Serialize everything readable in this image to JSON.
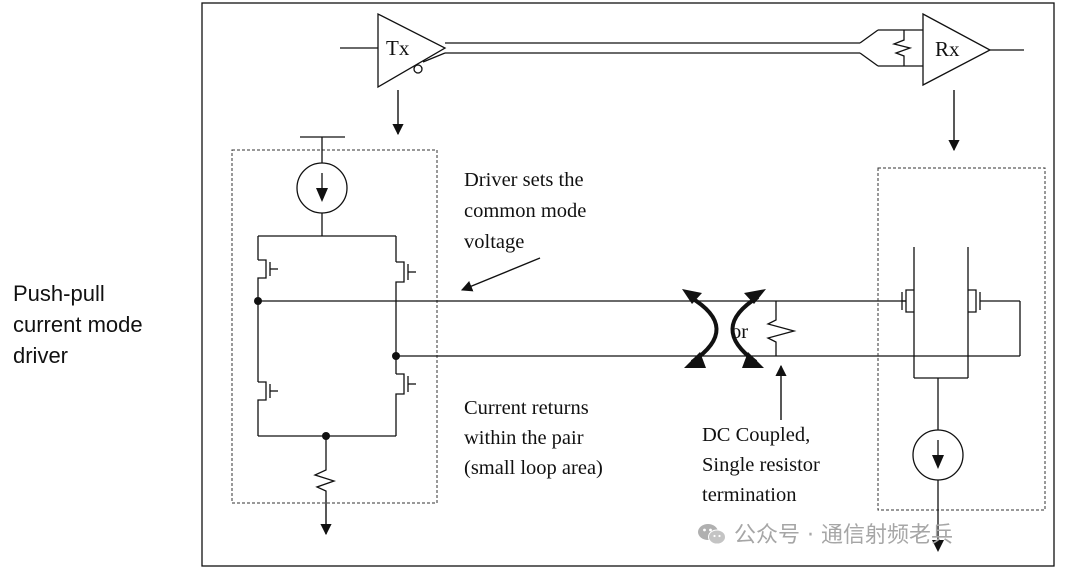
{
  "side_label": [
    "Push-pull",
    "current mode",
    "driver"
  ],
  "labels": {
    "tx": "Tx",
    "rx": "Rx",
    "driver_note": [
      "Driver sets the",
      "common mode",
      "voltage"
    ],
    "current_note": [
      "Current returns",
      "within the pair",
      "(small loop area)"
    ],
    "coupling_note": [
      "DC Coupled,",
      "Single resistor",
      "termination"
    ],
    "or": "or"
  },
  "watermark": "公众号 · 通信射频老兵"
}
